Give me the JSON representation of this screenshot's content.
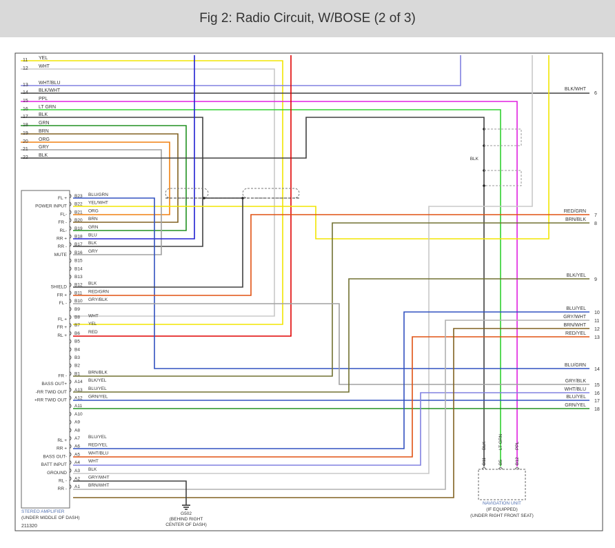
{
  "title": "Fig 2: Radio Circuit, W/BOSE (2 of 3)",
  "colors": {
    "YEL": "#f2e500",
    "WHT": "#c8c8c8",
    "BLU": "#2020d0",
    "RED": "#e00000",
    "LTBLU": "#8080e0",
    "BLK": "#404040",
    "PPL": "#e020e0",
    "LTGRN": "#30d030",
    "GRN": "#209020",
    "BRN": "#806020",
    "ORG": "#f08010",
    "GRY": "#a0a0a0",
    "OLIVE": "#707030",
    "GRYWHT": "#b0b0b0",
    "BLUGRN": "#3050c0",
    "REDORN": "#e05010"
  },
  "top_wires": [
    {
      "num": "11",
      "label": "YEL"
    },
    {
      "num": "12",
      "label": "WHT"
    },
    {
      "num": "13",
      "label": "WHT/BLU"
    },
    {
      "num": "14",
      "label": "BLK/WHT"
    },
    {
      "num": "15",
      "label": "PPL"
    },
    {
      "num": "16",
      "label": "LT GRN"
    },
    {
      "num": "17",
      "label": "BLK"
    },
    {
      "num": "18",
      "label": "GRN"
    },
    {
      "num": "19",
      "label": "BRN"
    },
    {
      "num": "20",
      "label": "ORG"
    },
    {
      "num": "21",
      "label": "GRY"
    },
    {
      "num": "22",
      "label": "BLK"
    }
  ],
  "amp_pins": [
    {
      "pin": "B23",
      "wire": "BLU/GRN",
      "func": "FL +"
    },
    {
      "pin": "B22",
      "wire": "YEL/WHT",
      "func": "POWER INPUT"
    },
    {
      "pin": "B21",
      "wire": "ORG",
      "func": "FL-"
    },
    {
      "pin": "B20",
      "wire": "BRN",
      "func": "FR -"
    },
    {
      "pin": "B19",
      "wire": "GRN",
      "func": "RL-"
    },
    {
      "pin": "B18",
      "wire": "BLU",
      "func": "RR +"
    },
    {
      "pin": "B17",
      "wire": "BLK",
      "func": "RR -"
    },
    {
      "pin": "B16",
      "wire": "GRY",
      "func": "MUTE"
    },
    {
      "pin": "B15",
      "wire": "",
      "func": ""
    },
    {
      "pin": "B14",
      "wire": "",
      "func": ""
    },
    {
      "pin": "B13",
      "wire": "",
      "func": ""
    },
    {
      "pin": "B12",
      "wire": "BLK",
      "func": "SHIELD"
    },
    {
      "pin": "B11",
      "wire": "RED/GRN",
      "func": "FR +"
    },
    {
      "pin": "B10",
      "wire": "GRY/BLK",
      "func": "FL -"
    },
    {
      "pin": "B9",
      "wire": "",
      "func": ""
    },
    {
      "pin": "B8",
      "wire": "WHT",
      "func": "FL +"
    },
    {
      "pin": "B7",
      "wire": "YEL",
      "func": "FR +"
    },
    {
      "pin": "B6",
      "wire": "RED",
      "func": "RL +"
    },
    {
      "pin": "B5",
      "wire": "",
      "func": ""
    },
    {
      "pin": "B4",
      "wire": "",
      "func": ""
    },
    {
      "pin": "B3",
      "wire": "",
      "func": ""
    },
    {
      "pin": "B2",
      "wire": "",
      "func": ""
    },
    {
      "pin": "B1",
      "wire": "BRN/BLK",
      "func": "FR -"
    },
    {
      "pin": "A14",
      "wire": "BLK/YEL",
      "func": "BASS OUT+"
    },
    {
      "pin": "A13",
      "wire": "BLU/YEL",
      "func": "-RR TWID OUT"
    },
    {
      "pin": "A12",
      "wire": "GRN/YEL",
      "func": "+RR TWID OUT"
    },
    {
      "pin": "A11",
      "wire": "",
      "func": ""
    },
    {
      "pin": "A10",
      "wire": "",
      "func": ""
    },
    {
      "pin": "A9",
      "wire": "",
      "func": ""
    },
    {
      "pin": "A8",
      "wire": "",
      "func": ""
    },
    {
      "pin": "A7",
      "wire": "BLU/YEL",
      "func": "RL +"
    },
    {
      "pin": "A6",
      "wire": "RED/YEL",
      "func": "RR +"
    },
    {
      "pin": "A5",
      "wire": "WHT/BLU",
      "func": "BASS OUT-"
    },
    {
      "pin": "A4",
      "wire": "WHT",
      "func": "BATT INPUT"
    },
    {
      "pin": "A3",
      "wire": "BLK",
      "func": "GROUND"
    },
    {
      "pin": "A2",
      "wire": "GRY/WHT",
      "func": "RL -"
    },
    {
      "pin": "A1",
      "wire": "BRN/WHT",
      "func": "RR -"
    }
  ],
  "right_wires": [
    {
      "num": "6",
      "label": "BLK/WHT"
    },
    {
      "num": "7",
      "label": "RED/GRN"
    },
    {
      "num": "8",
      "label": "BRN/BLK"
    },
    {
      "num": "9",
      "label": "BLK/YEL"
    },
    {
      "num": "10",
      "label": "BLU/YEL"
    },
    {
      "num": "11",
      "label": "GRY/WHT"
    },
    {
      "num": "12",
      "label": "BRN/WHT"
    },
    {
      "num": "13",
      "label": "RED/YEL"
    },
    {
      "num": "14",
      "label": "BLU/GRN"
    },
    {
      "num": "15",
      "label": "GRY/BLK"
    },
    {
      "num": "16",
      "label": "WHT/BLU"
    },
    {
      "num": "17",
      "label": "BLU/YEL"
    },
    {
      "num": "18",
      "label": "GRN/YEL"
    }
  ],
  "amp_label": [
    "STEREO AMPLIFIER",
    "(UNDER MIDDLE OF DASH)"
  ],
  "ground_label": [
    "G502",
    "(BEHIND RIGHT",
    "CENTER OF DASH)"
  ],
  "nav_label": [
    "NAVIGATION UNIT",
    "(IF EQUIPPED)",
    "(UNDER RIGHT FRONT SEAT)"
  ],
  "nav_pins": [
    {
      "pin": "B11",
      "wire": "BLK"
    },
    {
      "pin": "B5",
      "wire": "LT GRN"
    },
    {
      "pin": "B12",
      "wire": "PPL"
    }
  ],
  "splice_label": "BLK",
  "figure_id": "211320"
}
